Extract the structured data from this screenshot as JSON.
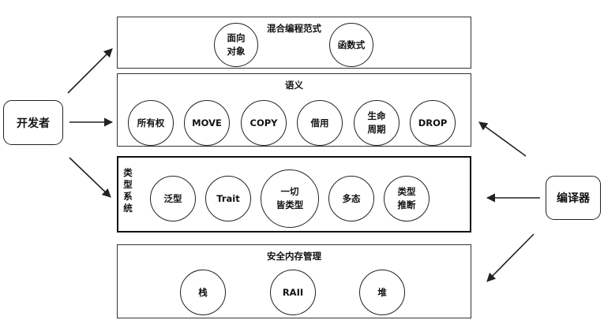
{
  "actors": {
    "developer": "开发者",
    "compiler": "编译器"
  },
  "panels": {
    "paradigm": {
      "title": "混合编程范式",
      "nodes": [
        "面向\n对象",
        "函数式"
      ]
    },
    "semantics": {
      "title": "语义",
      "nodes": [
        "所有权",
        "MOVE",
        "COPY",
        "借用",
        "生命\n周期",
        "DROP"
      ]
    },
    "type_system": {
      "title": "类型系统",
      "nodes": [
        "泛型",
        "Trait",
        "一切\n皆类型",
        "多态",
        "类型\n推断"
      ]
    },
    "memory": {
      "title": "安全内存管理",
      "nodes": [
        "栈",
        "RAII",
        "堆"
      ]
    }
  },
  "colors": {
    "line": "#222222",
    "background": "#ffffff"
  }
}
